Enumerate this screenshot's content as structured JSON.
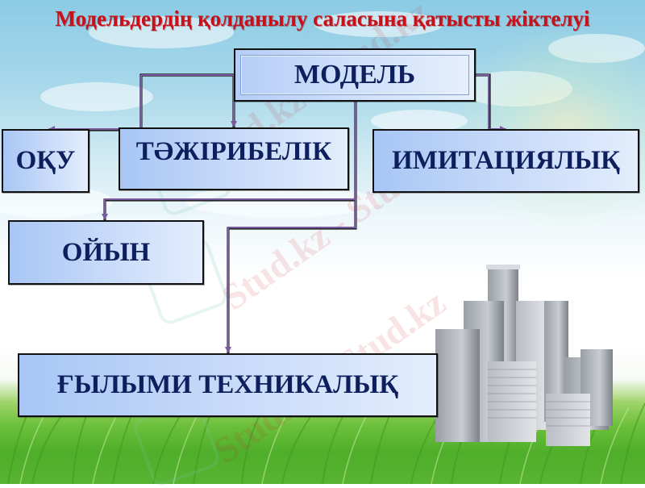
{
  "title": "Модельдердің қолданылу саласына қатысты жіктелуі",
  "diagram": {
    "root": {
      "label": "МОДЕЛЬ"
    },
    "nodes": [
      {
        "id": "oqu",
        "label": "ОҚУ"
      },
      {
        "id": "tazhiribelik",
        "label": "ТӘЖІРИБЕЛІК"
      },
      {
        "id": "imitaciyalyq",
        "label": "ИМИТАЦИЯЛЫҚ"
      },
      {
        "id": "oiyn",
        "label": "ОЙЫН"
      },
      {
        "id": "gylymi_tehnikalyq",
        "label": "ҒЫЛЫМИ ТЕХНИКАЛЫҚ"
      }
    ],
    "edges": [
      {
        "from": "МОДЕЛЬ",
        "to": "ОҚУ"
      },
      {
        "from": "МОДЕЛЬ",
        "to": "ТӘЖІРИБЕЛІК"
      },
      {
        "from": "МОДЕЛЬ",
        "to": "ИМИТАЦИЯЛЫҚ"
      },
      {
        "from": "МОДЕЛЬ",
        "to": "ОЙЫН"
      },
      {
        "from": "МОДЕЛЬ",
        "to": "ҒЫЛЫМИ ТЕХНИКАЛЫҚ"
      }
    ]
  },
  "watermark": "Stud.kz - Stud.kz",
  "colors": {
    "title": "#c8101a",
    "box_text": "#0d1f5c",
    "connector": "#7a5a9e",
    "box_fill_left": "#a8c6f5",
    "box_fill_right": "#e3edfd"
  }
}
